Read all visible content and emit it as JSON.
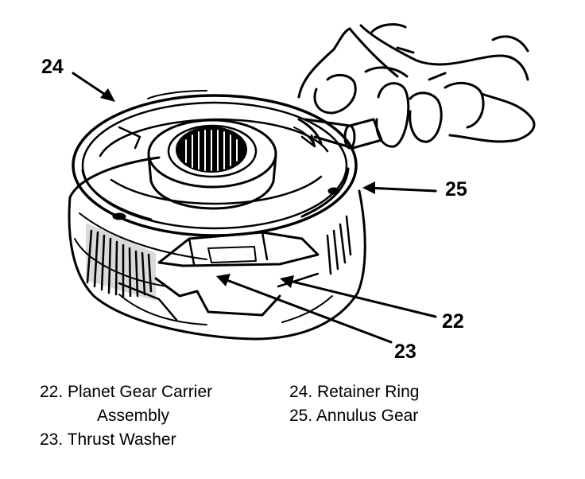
{
  "callouts": {
    "c24": "24",
    "c25": "25",
    "c22": "22",
    "c23": "23"
  },
  "legend": {
    "left": [
      {
        "num": "22.",
        "text": "Planet Gear Carrier",
        "continuation": "Assembly"
      },
      {
        "num": "23.",
        "text": "Thrust Washer"
      }
    ],
    "right": [
      {
        "num": "24.",
        "text": "Retainer Ring"
      },
      {
        "num": "25.",
        "text": "Annulus Gear"
      }
    ]
  },
  "colors": {
    "ink": "#000000",
    "paper": "#ffffff"
  }
}
